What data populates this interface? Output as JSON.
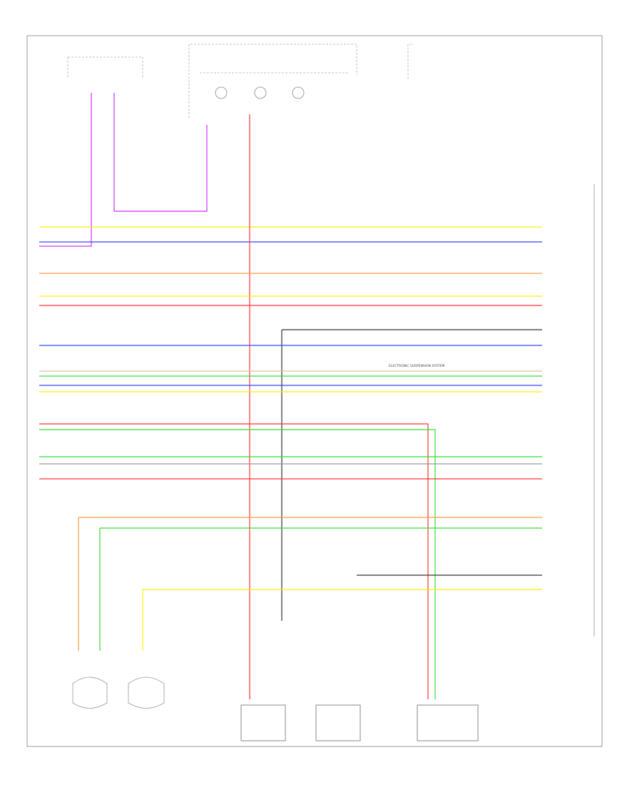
{
  "diagram": {
    "frame_label": "",
    "components": [],
    "note_label": "ELECTRONIC SUSPENSION SYSTEM",
    "wire_colors": {
      "red": "#ff3333",
      "orange": "#ff9944",
      "yellow": "#ffee00",
      "green": "#33dd33",
      "blue": "#3344ff",
      "violet": "#cc33ff",
      "black": "#333333",
      "gray": "#999999",
      "tan": "#d9c2a0",
      "pink": "#ff77aa"
    },
    "wires": [
      {
        "name": "wire-01",
        "color": "violet"
      },
      {
        "name": "wire-02",
        "color": "yellow"
      },
      {
        "name": "wire-03",
        "color": "blue"
      },
      {
        "name": "wire-04",
        "color": "violet"
      },
      {
        "name": "wire-05",
        "color": "red"
      },
      {
        "name": "wire-06",
        "color": "orange"
      },
      {
        "name": "wire-07",
        "color": "yellow"
      },
      {
        "name": "wire-08",
        "color": "red"
      },
      {
        "name": "wire-09",
        "color": "black"
      },
      {
        "name": "wire-10",
        "color": "blue"
      },
      {
        "name": "wire-11",
        "color": "tan"
      },
      {
        "name": "wire-12",
        "color": "green"
      },
      {
        "name": "wire-13",
        "color": "blue"
      },
      {
        "name": "wire-14",
        "color": "yellow"
      },
      {
        "name": "wire-15",
        "color": "red"
      },
      {
        "name": "wire-16",
        "color": "green"
      },
      {
        "name": "wire-17",
        "color": "green"
      },
      {
        "name": "wire-18",
        "color": "gray"
      },
      {
        "name": "wire-19",
        "color": "red"
      },
      {
        "name": "wire-20",
        "color": "orange"
      },
      {
        "name": "wire-21",
        "color": "green"
      },
      {
        "name": "wire-22",
        "color": "black"
      },
      {
        "name": "wire-23",
        "color": "yellow"
      }
    ]
  }
}
